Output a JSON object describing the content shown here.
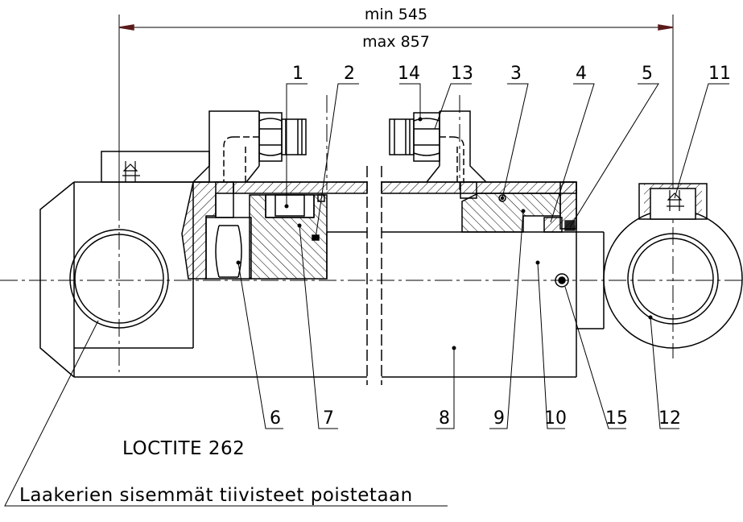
{
  "dimensions": {
    "min_label": "min 545",
    "max_label": "max 857"
  },
  "callouts": [
    {
      "id": "1",
      "label": "1"
    },
    {
      "id": "2",
      "label": "2"
    },
    {
      "id": "3",
      "label": "3"
    },
    {
      "id": "4",
      "label": "4"
    },
    {
      "id": "5",
      "label": "5"
    },
    {
      "id": "6",
      "label": "6"
    },
    {
      "id": "7",
      "label": "7"
    },
    {
      "id": "8",
      "label": "8"
    },
    {
      "id": "9",
      "label": "9"
    },
    {
      "id": "10",
      "label": "10"
    },
    {
      "id": "11",
      "label": "11"
    },
    {
      "id": "12",
      "label": "12"
    },
    {
      "id": "13",
      "label": "13"
    },
    {
      "id": "14",
      "label": "14"
    },
    {
      "id": "15",
      "label": "15"
    }
  ],
  "notes": {
    "loctite": "LOCTITE 262",
    "bearing_note": "Laakerien sisemmät tiivisteet poistetaan"
  },
  "colors": {
    "line": "#000000",
    "arrow": "#5a1a1a",
    "background": "#ffffff"
  }
}
